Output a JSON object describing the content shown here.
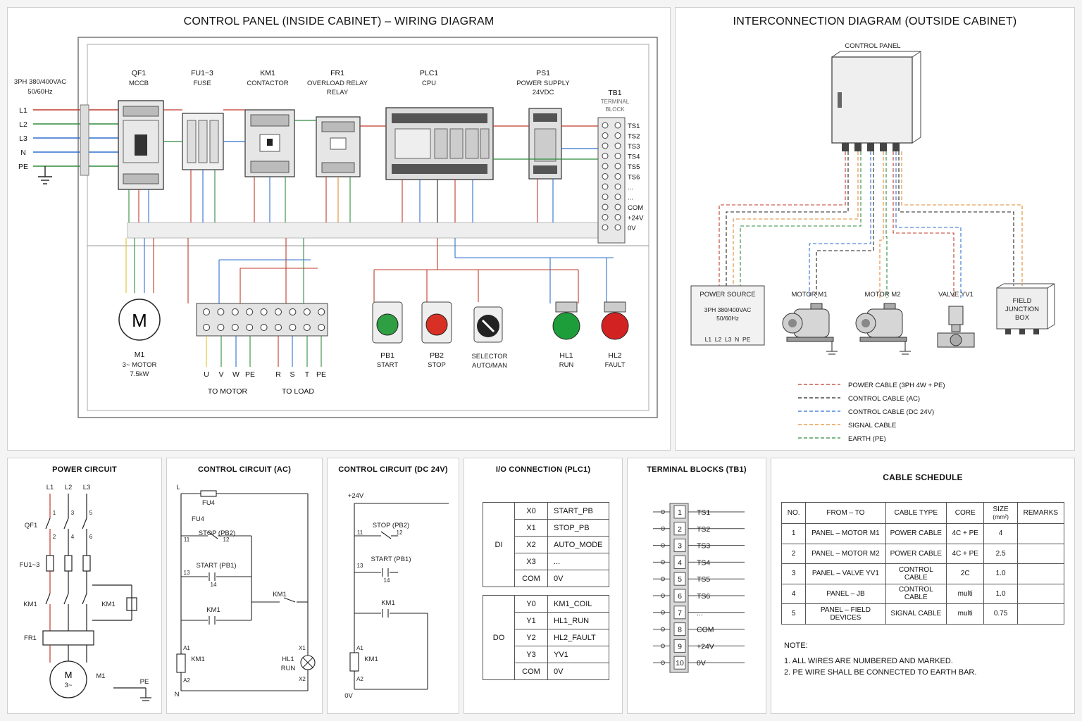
{
  "cabinet": {
    "title": "CONTROL PANEL (INSIDE CABINET) – WIRING DIAGRAM",
    "supply": {
      "line1": "3PH 380/400VAC",
      "line2": "50/60Hz",
      "phases": [
        "L1",
        "L2",
        "L3",
        "N",
        "PE"
      ]
    },
    "devices": [
      {
        "tag": "QF1",
        "desc": "MCCB"
      },
      {
        "tag": "FU1~3",
        "desc": "FUSE"
      },
      {
        "tag": "KM1",
        "desc": "CONTACTOR"
      },
      {
        "tag": "FR1",
        "desc": "OVERLOAD RELAY",
        "desc2": "RELAY"
      },
      {
        "tag": "PLC1",
        "desc": "CPU"
      },
      {
        "tag": "PS1",
        "desc": "POWER SUPPLY",
        "desc2": "24VDC"
      }
    ],
    "tb1": {
      "tag": "TB1",
      "sub1": "TERMINAL",
      "sub2": "BLOCK",
      "labels": [
        "TS1",
        "TS2",
        "TS3",
        "TS4",
        "TS5",
        "TS6",
        "...",
        "...",
        "COM",
        "+24V",
        "0V"
      ]
    },
    "motor": {
      "symbol": "M",
      "tag": "M1",
      "desc": "3~ MOTOR",
      "power": "7.5kW"
    },
    "outputs": {
      "motor_terms": [
        "U",
        "V",
        "W",
        "PE"
      ],
      "load_terms": [
        "R",
        "S",
        "T",
        "PE"
      ],
      "to_motor": "TO MOTOR",
      "to_load": "TO LOAD"
    },
    "field": [
      {
        "tag": "PB1",
        "desc": "START",
        "color": "#2ea043"
      },
      {
        "tag": "PB2",
        "desc": "STOP",
        "color": "#d93025"
      },
      {
        "tag": "SELECTOR",
        "desc": "AUTO/MAN",
        "color": "#222222"
      },
      {
        "tag": "HL1",
        "desc": "RUN",
        "color": "#1e9e3a"
      },
      {
        "tag": "HL2",
        "desc": "FAULT",
        "color": "#d32222"
      }
    ]
  },
  "interconnect": {
    "title": "INTERCONNECTION DIAGRAM (OUTSIDE CABINET)",
    "panel_label": "CONTROL PANEL",
    "source": {
      "title": "POWER SOURCE",
      "line1": "3PH 380/400VAC",
      "line2": "50/60Hz",
      "terms": "L1  L2  L3  N  PE"
    },
    "motor1": "MOTOR M1",
    "motor2": "MOTOR M2",
    "valve": "VALVE YV1",
    "jb": [
      "FIELD",
      "JUNCTION",
      "BOX"
    ],
    "legend": [
      {
        "label": "POWER CABLE (3PH 4W + PE)",
        "color": "#c0392b"
      },
      {
        "label": "CONTROL CABLE (AC)",
        "color": "#222222"
      },
      {
        "label": "CONTROL CABLE (DC 24V)",
        "color": "#2f6fd0"
      },
      {
        "label": "SIGNAL CABLE",
        "color": "#e08a2e"
      },
      {
        "label": "EARTH (PE)",
        "color": "#2e8b3c"
      }
    ]
  },
  "power_circuit": {
    "title": "POWER CIRCUIT",
    "phases": [
      "L1",
      "L2",
      "L3"
    ],
    "qf": "QF1",
    "fu": "FU1~3",
    "km": "KM1",
    "km_coil": "KM1",
    "fr": "FR1",
    "motor": "M",
    "motor_sub": "3~",
    "motor_tag": "M1",
    "pe": "PE",
    "nums": [
      "1",
      "3",
      "5",
      "2",
      "4",
      "6"
    ]
  },
  "ac_circuit": {
    "title": "CONTROL CIRCUIT (AC)",
    "L": "L",
    "N": "N",
    "fu": "FU4",
    "fu_side": "FU4",
    "stop": "STOP (PB2)",
    "start": "START (PB1)",
    "km_aux": "KM1",
    "km_contact": "KM1",
    "coil": "KM1",
    "lamp": "HL1",
    "lamp_sub": "RUN",
    "n11": "11",
    "n12": "12",
    "n13": "13",
    "n14": "14",
    "a1": "A1",
    "a2": "A2",
    "x1": "X1",
    "x2": "X2"
  },
  "dc_circuit": {
    "title": "CONTROL CIRCUIT (DC 24V)",
    "plus": "+24V",
    "zero": "0V",
    "stop": "STOP (PB2)",
    "start": "START (PB1)",
    "km_aux": "KM1",
    "coil": "KM1",
    "n11": "11",
    "n12": "12",
    "n13": "13",
    "n14": "14",
    "a1": "A1",
    "a2": "A2"
  },
  "io": {
    "title": "I/O CONNECTION (PLC1)",
    "di_label": "DI",
    "di": [
      [
        "X0",
        "START_PB"
      ],
      [
        "X1",
        "STOP_PB"
      ],
      [
        "X2",
        "AUTO_MODE"
      ],
      [
        "X3",
        "..."
      ],
      [
        "COM",
        "0V"
      ]
    ],
    "do_label": "DO",
    "do": [
      [
        "Y0",
        "KM1_COIL"
      ],
      [
        "Y1",
        "HL1_RUN"
      ],
      [
        "Y2",
        "HL2_FAULT"
      ],
      [
        "Y3",
        "YV1"
      ],
      [
        "COM",
        "0V"
      ]
    ]
  },
  "terminals": {
    "title": "TERMINAL BLOCKS (TB1)",
    "rows": [
      [
        "1",
        "TS1"
      ],
      [
        "2",
        "TS2"
      ],
      [
        "3",
        "TS3"
      ],
      [
        "4",
        "TS4"
      ],
      [
        "5",
        "TS5"
      ],
      [
        "6",
        "TS6"
      ],
      [
        "7",
        "..."
      ],
      [
        "8",
        "COM"
      ],
      [
        "9",
        "+24V"
      ],
      [
        "10",
        "0V"
      ]
    ]
  },
  "cables": {
    "title": "CABLE SCHEDULE",
    "headers": [
      "NO.",
      "FROM – TO",
      "CABLE TYPE",
      "CORE",
      "SIZE",
      "REMARKS"
    ],
    "size_unit": "(mm²)",
    "rows": [
      [
        "1",
        "PANEL – MOTOR M1",
        "POWER CABLE",
        "4C + PE",
        "4",
        ""
      ],
      [
        "2",
        "PANEL – MOTOR M2",
        "POWER CABLE",
        "4C + PE",
        "2.5",
        ""
      ],
      [
        "3",
        "PANEL – VALVE YV1",
        "CONTROL CABLE",
        "2C",
        "1.0",
        ""
      ],
      [
        "4",
        "PANEL – JB",
        "CONTROL CABLE",
        "multi",
        "1.0",
        ""
      ],
      [
        "5",
        "PANEL – FIELD DEVICES",
        "SIGNAL CABLE",
        "multi",
        "0.75",
        ""
      ]
    ],
    "note_title": "NOTE:",
    "notes": [
      "1. ALL WIRES ARE NUMBERED AND MARKED.",
      "2. PE WIRE SHALL BE CONNECTED TO EARTH BAR."
    ]
  }
}
